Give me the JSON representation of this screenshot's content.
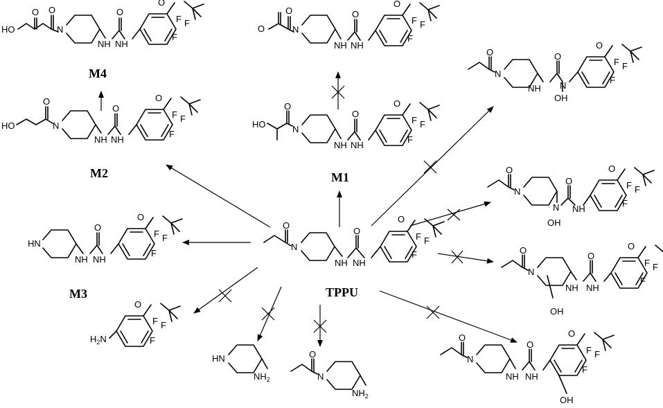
{
  "figure": {
    "compound_labels": {
      "tppu": "TPPU",
      "m1": "M1",
      "m2": "M2",
      "m3": "M3",
      "m4": "M4"
    },
    "atoms": {
      "n": "N",
      "nh": "NH",
      "hn": "HN",
      "o": "O",
      "f": "F",
      "ho": "HO",
      "oh": "OH",
      "h2n": "H2N",
      "h": "H",
      "nh2": "NH",
      "two": "2"
    },
    "colors": {
      "ink": "#000000",
      "background": "#ffffff"
    }
  }
}
